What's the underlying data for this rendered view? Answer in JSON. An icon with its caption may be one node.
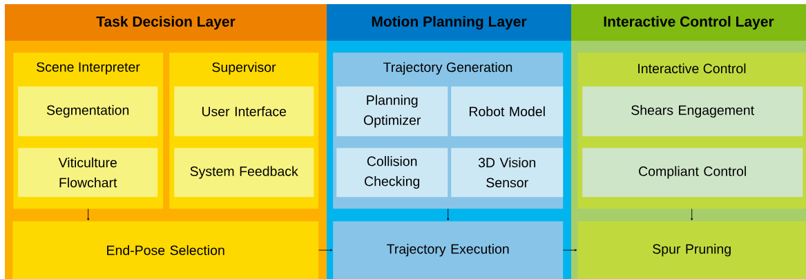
{
  "diagram": {
    "nodes": [
      {
        "text": [
          "Task Decision Layer"
        ]
      },
      {
        "text": [
          "Scene Interpreter"
        ],
        "in": 0
      },
      {
        "text": [
          "Segmentation"
        ],
        "in": 1
      },
      {
        "text": [
          "Viticulture Flowchart"
        ],
        "in": 1
      },
      {
        "text": [
          "Supervisor"
        ],
        "in": 0
      },
      {
        "text": [
          "User Interface"
        ],
        "in": 4
      },
      {
        "text": [
          "System Feedback"
        ],
        "in": 4
      },
      {
        "text": [
          "End-Pose Selection"
        ],
        "in": 0
      },
      {
        "text": [
          "Motion Planning Layer"
        ]
      },
      {
        "text": [
          "Trajectory Generation"
        ],
        "in": 8
      },
      {
        "text": [
          "Planning Optimizer"
        ],
        "in": 9
      },
      {
        "text": [
          "Robot Model"
        ],
        "in": 9
      },
      {
        "text": [
          "Collision Checking"
        ],
        "in": 9
      },
      {
        "text": [
          "3D Vision Sensor"
        ],
        "in": 9
      },
      {
        "text": [
          "Trajectory Execution"
        ],
        "in": 8
      },
      {
        "text": [
          "Interactive Control Layer"
        ]
      },
      {
        "text": [
          "Interactive Control"
        ],
        "in": 15
      },
      {
        "text": [
          "Shears Engagement"
        ],
        "in": 16
      },
      {
        "text": [
          "Compliant Control"
        ],
        "in": 16
      },
      {
        "text": [
          "Spur Pruning"
        ],
        "in": 15
      }
    ],
    "edges": [
      {
        "from": 1,
        "to": 7,
        "arrow": "to"
      },
      {
        "from": 9,
        "to": 14,
        "arrow": "to"
      },
      {
        "from": 16,
        "to": 19,
        "arrow": "to"
      },
      {
        "from": 7,
        "to": 14,
        "arrow": "to"
      },
      {
        "from": 14,
        "to": 19,
        "arrow": "to"
      }
    ]
  }
}
